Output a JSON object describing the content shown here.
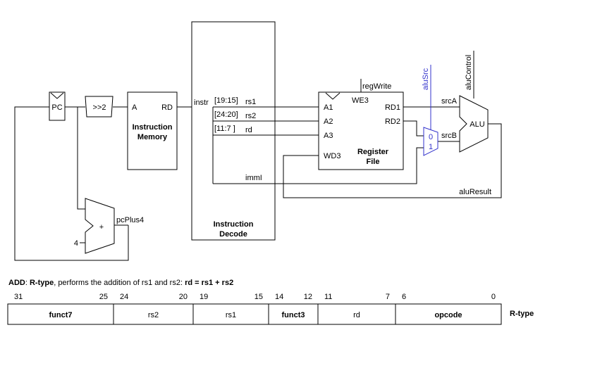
{
  "pc": {
    "label": "PC"
  },
  "shift": {
    "label": ">>2"
  },
  "imem": {
    "port_a": "A",
    "port_rd": "RD",
    "title_line1": "Instruction",
    "title_line2": "Memory"
  },
  "decode": {
    "instr": "instr",
    "f1915": "[19:15]",
    "rs1": "rs1",
    "f2420": "[24:20]",
    "rs2": "rs2",
    "f117": "[11:7 ]",
    "rd": "rd",
    "imm": "immI",
    "title_line1": "Instruction",
    "title_line2": "Decode"
  },
  "regfile": {
    "regwrite": "regWrite",
    "we3": "WE3",
    "a1": "A1",
    "a2": "A2",
    "a3": "A3",
    "wd3": "WD3",
    "rd1": "RD1",
    "rd2": "RD2",
    "title_line1": "Register",
    "title_line2": "File"
  },
  "alusrc": {
    "label": "aluSrc",
    "in0": "0",
    "in1": "1"
  },
  "alu": {
    "control": "aluControl",
    "srcA": "srcA",
    "srcB": "srcB",
    "label": "ALU",
    "result": "aluResult"
  },
  "adder": {
    "plus": "+",
    "const4": "4",
    "out": "pcPlus4"
  },
  "caption": {
    "name": "ADD",
    "sep": ": ",
    "type": "R-type",
    "desc": ", performs the addition of rs1 and rs2: ",
    "formula": "rd = rs1 + rs2"
  },
  "format": {
    "type_label": "R-type",
    "fields": [
      {
        "name": "funct7",
        "hi": "31",
        "lo": "25",
        "highlight": true
      },
      {
        "name": "rs2",
        "hi": "24",
        "lo": "20",
        "highlight": false
      },
      {
        "name": "rs1",
        "hi": "19",
        "lo": "15",
        "highlight": false
      },
      {
        "name": "funct3",
        "hi": "14",
        "lo": "12",
        "highlight": true
      },
      {
        "name": "rd",
        "hi": "11",
        "lo": "7",
        "highlight": false
      },
      {
        "name": "opcode",
        "hi": "6",
        "lo": "0",
        "highlight": true
      }
    ]
  },
  "colors": {
    "highlight": "#3333cc",
    "line": "#000000"
  }
}
